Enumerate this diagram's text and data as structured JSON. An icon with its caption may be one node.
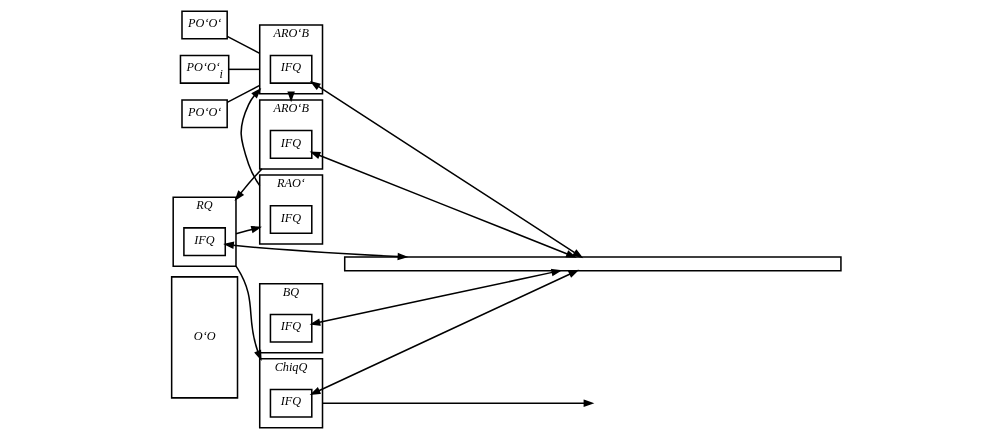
{
  "diagram": {
    "nodes": [
      {
        "text": [
          "O‘O"
        ]
      },
      {
        "text": [
          "PO‘O‘"
        ]
      },
      {
        "text": [
          "PO‘O‘$_{i}$"
        ]
      },
      {
        "text": [
          "PO‘O‘"
        ]
      },
      {
        "text": [
          "ARO‘B"
        ]
      },
      {
        "text": [
          "IFQ"
        ],
        "in": 4
      },
      {
        "text": [
          "ARO‘B"
        ]
      },
      {
        "text": [
          "IFQ"
        ],
        "in": 6
      },
      {
        "text": [
          "RQ"
        ]
      },
      {
        "text": [
          "IFQ"
        ],
        "in": 8
      },
      {
        "text": [
          "RAO‘"
        ]
      },
      {
        "text": [
          "IFQ"
        ],
        "in": 10
      },
      {
        "text": [
          "ChiqQ"
        ]
      },
      {
        "text": [
          "IFQ"
        ],
        "in": 12
      },
      {
        "text": [
          "BQ"
        ]
      },
      {
        "text": [
          "IFQ"
        ],
        "in": 14
      },
      {
        "text": [],
        "shape": "bar"
      }
    ],
    "edges": [
      {
        "from": 1,
        "to": 4,
        "arrow": "none"
      },
      {
        "from": 2,
        "to": 4,
        "arrow": "none"
      },
      {
        "from": 3,
        "to": 4,
        "arrow": "none"
      },
      {
        "from": 4,
        "to": 6,
        "arrow": "to"
      },
      {
        "from": 6,
        "to": 8,
        "arrow": "to"
      },
      {
        "from": 8,
        "to": 10,
        "arrow": "to"
      },
      {
        "from": 8,
        "to": 12,
        "arrow": "to"
      },
      {
        "from": 12,
        "to": null,
        "arrow": "to"
      },
      {
        "from": 10,
        "to": 4,
        "arrow": "to"
      },
      {
        "from": 5,
        "to": 16,
        "arrow": "both"
      },
      {
        "from": 7,
        "to": 16,
        "arrow": "both"
      },
      {
        "from": 9,
        "to": 16,
        "arrow": "both"
      },
      {
        "from": 13,
        "to": 16,
        "arrow": "both"
      },
      {
        "from": 15,
        "to": 16,
        "arrow": "both"
      }
    ]
  }
}
